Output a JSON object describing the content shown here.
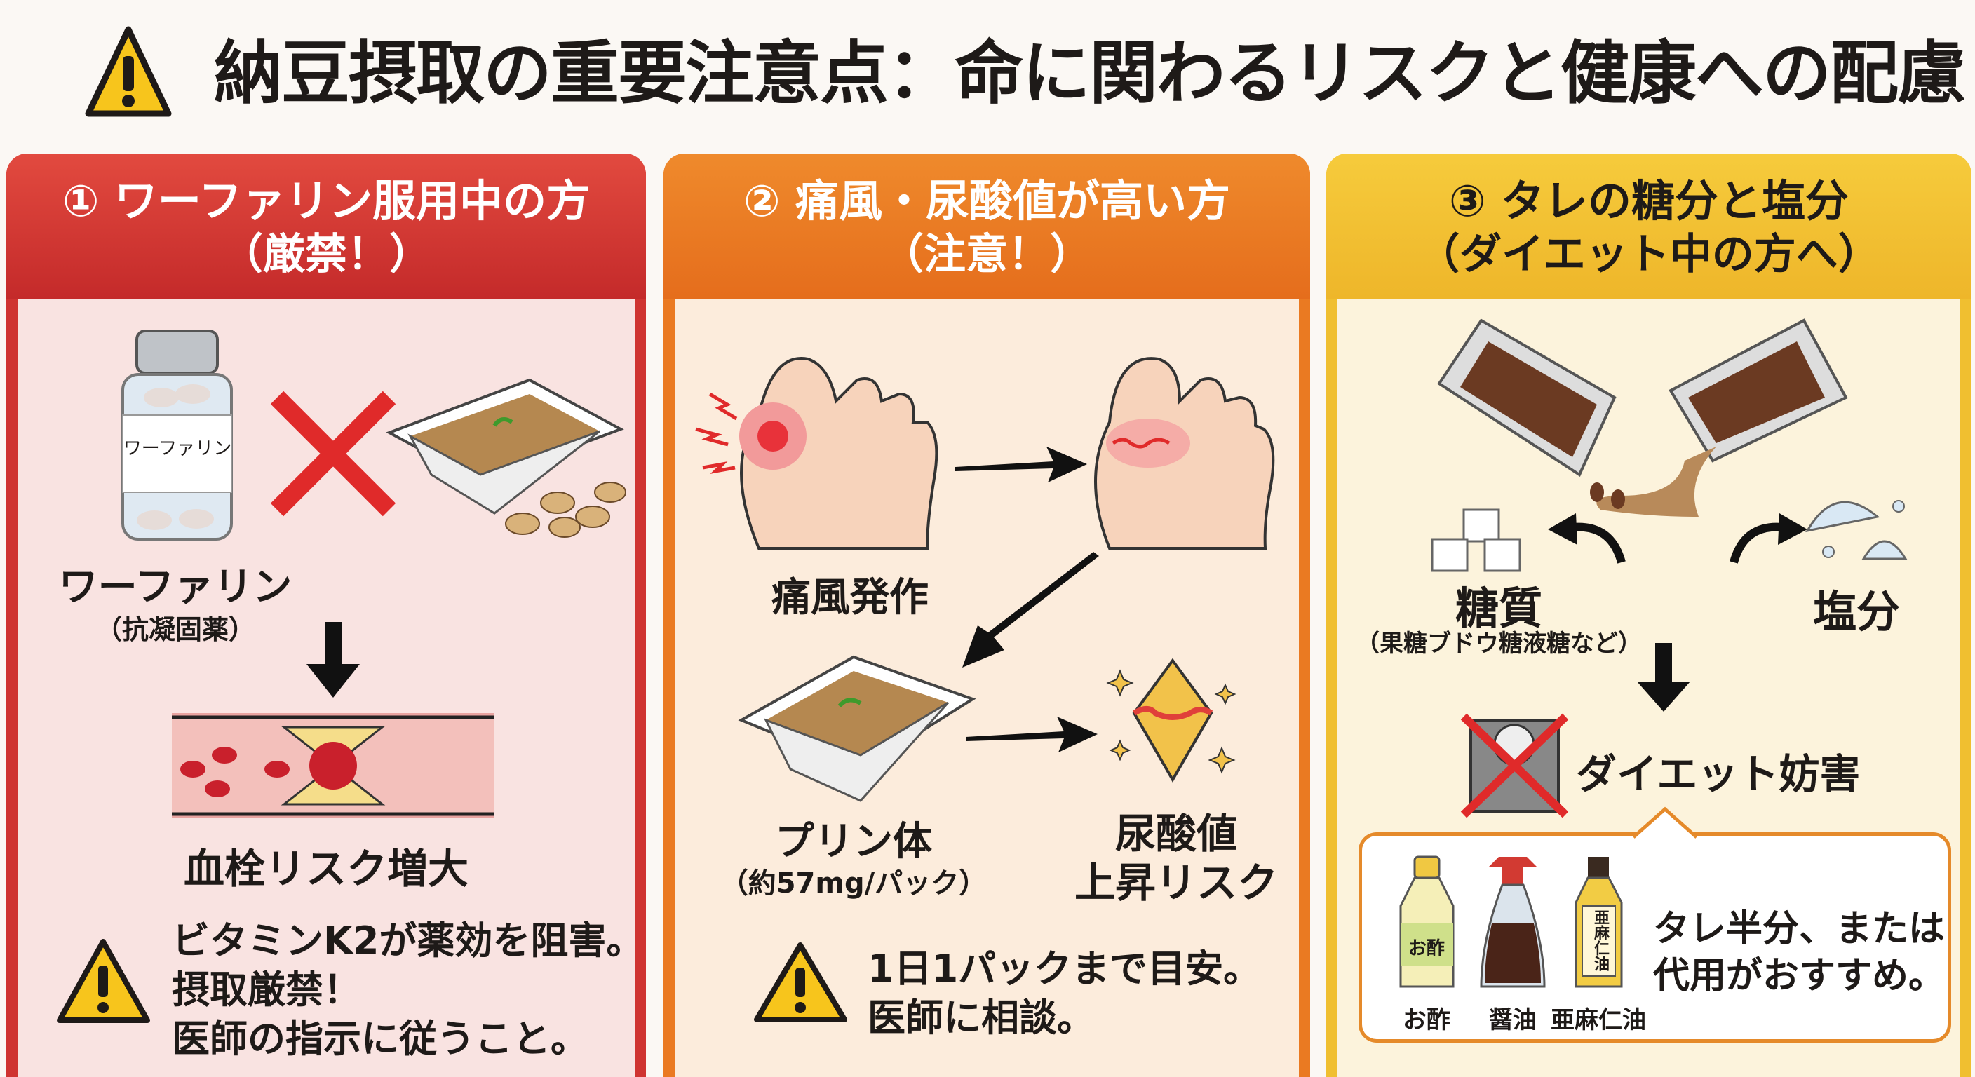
{
  "title": "納豆摂取の重要注意点：命に関わるリスクと健康への配慮",
  "title_icon": "warning-icon",
  "colors": {
    "panel1": "#d93a34",
    "panel2": "#ec7b22",
    "panel3": "#f2c233",
    "warning_yellow": "#f7c51c",
    "red_x": "#e02a2a"
  },
  "panels": [
    {
      "heading": "① ワーファリン服用中の方",
      "subheading": "（厳禁！）",
      "bottle_label": "ワーファリン",
      "drug_label": "ワーファリン",
      "drug_sub": "（抗凝固薬）",
      "result": "血栓リスク増大",
      "warning_lines": [
        "ビタミンK2が薬効を阻害。",
        "摂取厳禁！",
        "医師の指示に従うこと。"
      ]
    },
    {
      "heading": "② 痛風・尿酸値が高い方",
      "subheading": "（注意！）",
      "attack_label": "痛風発作",
      "purine_label": "プリン体",
      "purine_sub": "（約57mg/パック）",
      "uric_label_1": "尿酸値",
      "uric_label_2": "上昇リスク",
      "warning_lines": [
        "1日1パックまで目安。",
        "医師に相談。"
      ]
    },
    {
      "heading": "③ タレの糖分と塩分",
      "subheading": "（ダイエット中の方へ）",
      "sugar_label": "糖質",
      "sugar_sub": "（果糖ブドウ糖液糖など）",
      "salt_label": "塩分",
      "diet_label": "ダイエット妨害",
      "bottles": [
        {
          "label": "お酢",
          "tag": "お酢"
        },
        {
          "label": "醤油"
        },
        {
          "label": "亜麻仁油",
          "tag": "亜麻仁油"
        }
      ],
      "advice_lines": [
        "タレ半分、または",
        "代用がおすすめ。"
      ]
    }
  ]
}
